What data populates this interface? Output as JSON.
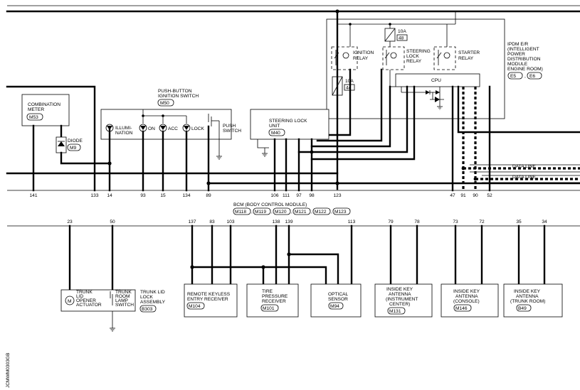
{
  "modules": {
    "combination_meter": {
      "name": [
        "COMBINATION",
        "METER"
      ],
      "connector": "M53"
    },
    "diode": {
      "name": "DIODE",
      "connector": "M9"
    },
    "ignition_switch": {
      "name": [
        "PUSH-BUTTON",
        "IGNITION SWITCH"
      ],
      "connector": "M50",
      "switches": [
        "ILLUMI-",
        "NATION",
        "ON",
        "ACC",
        "LOCK"
      ],
      "push": [
        "PUSH",
        "SWITCH"
      ]
    },
    "steering_lock_unit": {
      "name": [
        "STEERING LOCK",
        "UNIT"
      ],
      "connector": "M40"
    },
    "ipdm": {
      "name": [
        "IPDM E/R",
        "(INTELLIGENT",
        "POWER",
        "DISTRIBUTION",
        "MODULE",
        "ENGINE ROOM)"
      ],
      "connectors": [
        "E5",
        "E6"
      ],
      "sep": ",",
      "cpu": "CPU",
      "relays": {
        "ignition": [
          "IGNITION",
          "RELAY"
        ],
        "steering": [
          "STEERING",
          "LOCK",
          "RELAY"
        ],
        "starter": [
          "STARTER",
          "RELAY"
        ]
      },
      "fuses": [
        {
          "amp": "10A",
          "num": "48"
        },
        {
          "amp": "10A",
          "num": "44"
        }
      ]
    },
    "bcm": {
      "name": "BCM (BODY CONTROL MODULE)",
      "connectors": [
        "M118",
        "M119",
        "M120",
        "M121",
        "M122",
        "M123"
      ],
      "sep": ","
    },
    "trunk": {
      "actuator": [
        "TRUNK",
        "LID",
        "OPENER",
        "ACTUATOR"
      ],
      "motor": "M",
      "lamp": [
        "TRUNK",
        "ROOM",
        "LAMP",
        "SWITCH"
      ],
      "assembly": [
        "TRUNK LID",
        "LOCK",
        "ASSEMBLY"
      ],
      "connector": "B303"
    },
    "rke": {
      "name": [
        "REMOTE KEYLESS",
        "ENTRY RECEIVER"
      ],
      "connector": "M104"
    },
    "tpms": {
      "name": [
        "TIRE",
        "PRESSURE",
        "RECEIVER"
      ],
      "connector": "M101"
    },
    "optical": {
      "name": [
        "OPTICAL",
        "SENSOR"
      ],
      "connector": "M94"
    },
    "ant_inst": {
      "name": [
        "INSIDE KEY",
        "ANTENNA",
        "(INSTRUMENT",
        "CENTER)"
      ],
      "connector": "M131"
    },
    "ant_console": {
      "name": [
        "INSIDE KEY",
        "ANTENNA",
        "(CONSOLE)"
      ],
      "connector": "M146"
    },
    "ant_trunk": {
      "name": [
        "INSIDE KEY",
        "ANTENNA",
        "(TRUNK ROOM)"
      ],
      "connector": "B49"
    }
  },
  "data_lines": [
    "DATA LINE",
    "DATA LINE"
  ],
  "pins_upper": [
    "141",
    "133",
    "14",
    "93",
    "15",
    "134",
    "89",
    "106",
    "111",
    "97",
    "98",
    "123",
    "47",
    "91",
    "90",
    "52"
  ],
  "pins_lower": [
    "23",
    "50",
    "137",
    "83",
    "103",
    "138",
    "139",
    "113",
    "79",
    "78",
    "73",
    "72",
    "35",
    "34"
  ],
  "figure_id": "JCMWM0303GB"
}
